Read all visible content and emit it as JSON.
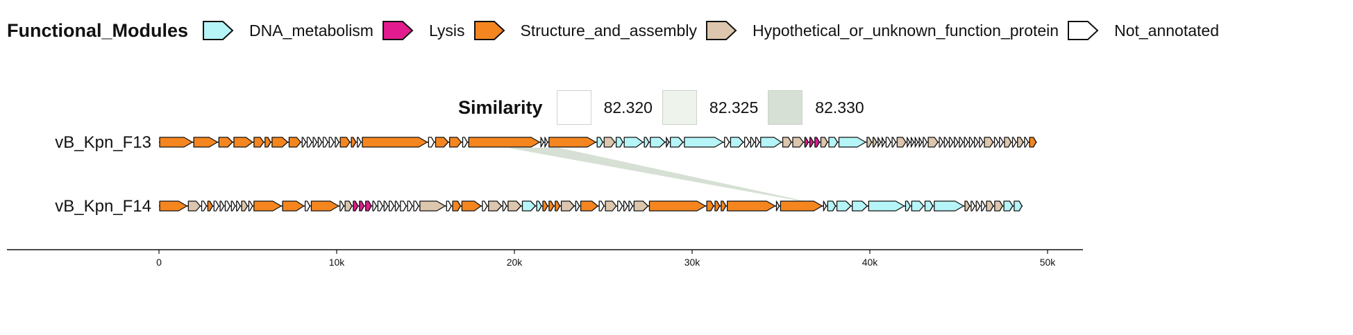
{
  "legend": {
    "title": "Functional_Modules",
    "items": [
      {
        "label": "DNA_metabolism",
        "color": "#b5f4f7"
      },
      {
        "label": "Lysis",
        "color": "#e21b8e"
      },
      {
        "label": "Structure_and_assembly",
        "color": "#f5861f"
      },
      {
        "label": "Hypothetical_or_unknown_function_protein",
        "color": "#dcc6ad"
      },
      {
        "label": "Not_annotated",
        "color": "#ffffff"
      }
    ]
  },
  "similarity": {
    "title": "Similarity",
    "items": [
      {
        "label": "82.320",
        "color": "#ffffff"
      },
      {
        "label": "82.325",
        "color": "#eef3ec"
      },
      {
        "label": "82.330",
        "color": "#d6e0d4"
      }
    ]
  },
  "axis": {
    "min": 0,
    "max": 50000,
    "ticks": [
      {
        "value": 0,
        "label": "0"
      },
      {
        "value": 10000,
        "label": "10k"
      },
      {
        "value": 20000,
        "label": "20k"
      },
      {
        "value": 30000,
        "label": "30k"
      },
      {
        "value": 40000,
        "label": "40k"
      },
      {
        "value": 50000,
        "label": "50k"
      }
    ]
  },
  "genomes": [
    {
      "name": "vB_Kpn_F13",
      "length": 49400
    },
    {
      "name": "vB_Kpn_F14",
      "length": 48600
    }
  ],
  "similarity_links": [
    {
      "genome_a": "vB_Kpn_F13",
      "a_start": 19600,
      "a_end": 22500,
      "genome_b": "vB_Kpn_F14",
      "b_start": 35900,
      "b_end": 36200,
      "similarity": "82.330"
    }
  ]
}
